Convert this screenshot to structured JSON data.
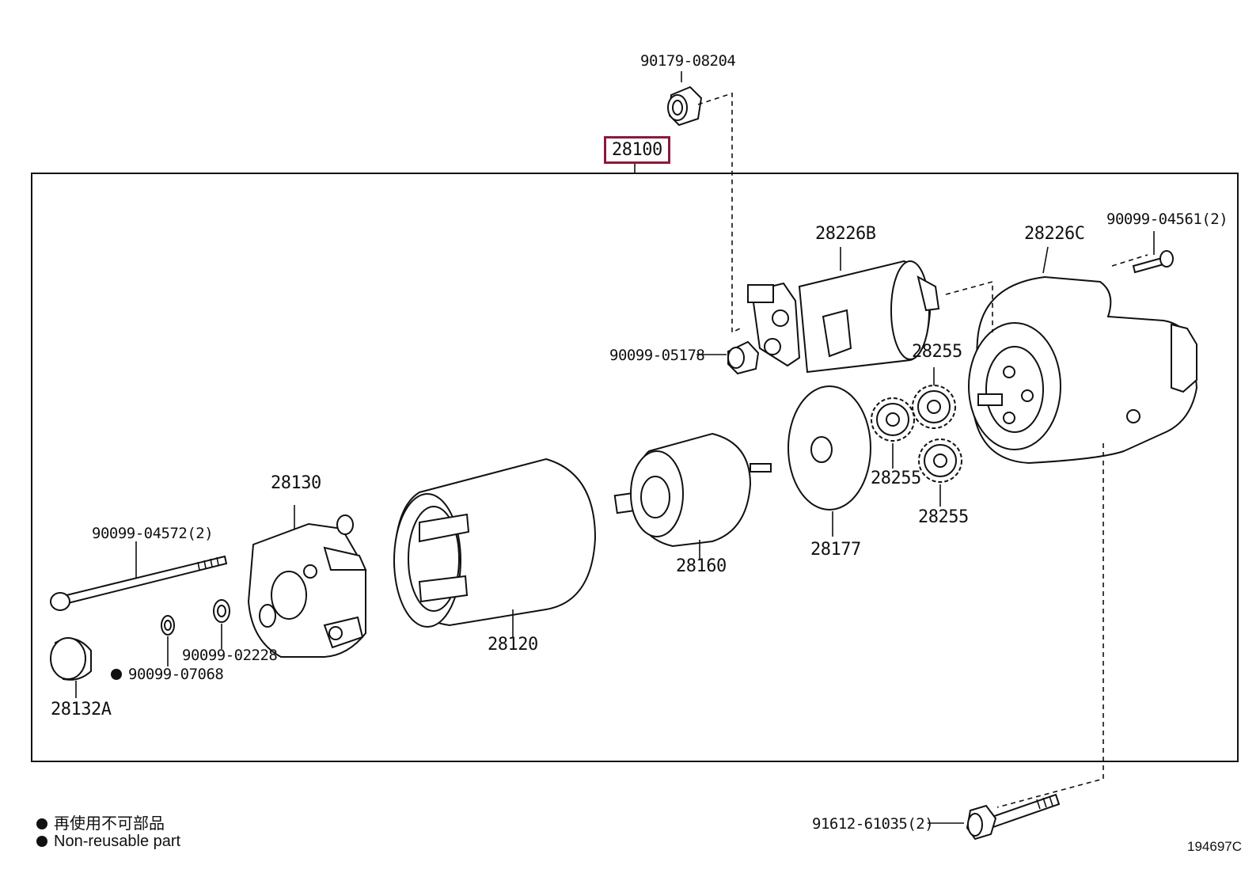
{
  "diagram": {
    "assembly_part": "28100",
    "parts": {
      "p90179_08204": "90179-08204",
      "p28226B": "28226B",
      "p28226C": "28226C",
      "p90099_04561": "90099-04561(2)",
      "p90099_05178": "90099-05178",
      "p28255_a": "28255",
      "p28255_b": "28255",
      "p28255_c": "28255",
      "p28130": "28130",
      "p90099_04572": "90099-04572(2)",
      "p28160": "28160",
      "p28177": "28177",
      "p28120": "28120",
      "p90099_02228": "90099-02228",
      "p90099_07068": "90099-07068",
      "p28132A": "28132A",
      "p91612_61035": "91612-61035(2)"
    },
    "legend": {
      "line1": "再使用不可部品",
      "line2": "Non-reusable part"
    },
    "diagram_code": "194697C",
    "highlight_color": "#8b1a3a"
  }
}
